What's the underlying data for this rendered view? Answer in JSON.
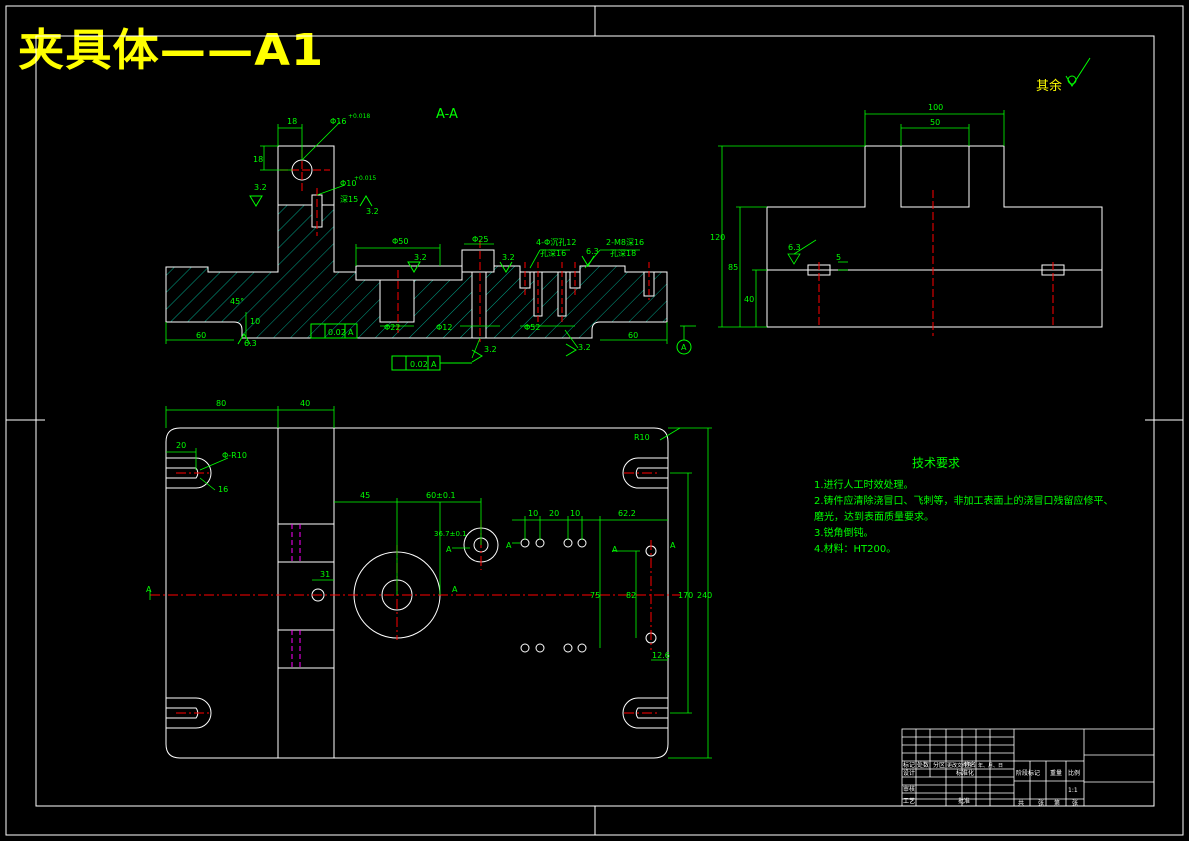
{
  "title": "夹具体——A1",
  "colors": {
    "background": "#000000",
    "outline": "#ffffff",
    "dimension": "#00ff00",
    "centerline": "#ff0000",
    "hidden": "#ff00ff",
    "title_text": "#ffff00"
  },
  "roughness_other": "其余",
  "section_label": "A-A",
  "section_view": {
    "dims": {
      "d18": "18",
      "d18v": "18",
      "phi16": "Φ16",
      "phi16_tol": "+0.018",
      "r32a": "3.2",
      "phi10": "Φ10",
      "phi10_tol": "+0.015",
      "depth15": "深15",
      "r32b": "3.2",
      "phi50": "Φ50",
      "phi25": "Φ25",
      "r32c": "3.2",
      "r32d": "3.2",
      "holes4": "4-Φ沉孔12",
      "holes4b": "孔深16",
      "r63a": "6.3",
      "holes2": "2-M8深16",
      "holes2b": "孔深18",
      "d60a": "60",
      "d10": "10",
      "d60b": "60",
      "r63b": "6.3",
      "tol_a": "0.02",
      "ref_a": "A",
      "phi22": "Φ22",
      "phi12": "Φ12",
      "tol_b": "0.02",
      "ref_b": "A",
      "phi52": "Φ52",
      "r32e": "3.2",
      "r32f": "3.2",
      "datum": "A",
      "angle": "45°"
    }
  },
  "side_view": {
    "dims": {
      "d100": "100",
      "d50": "50",
      "d120": "120",
      "d85": "85",
      "d40": "40",
      "r63": "6.3",
      "d5": "5"
    }
  },
  "plan_view": {
    "dims": {
      "d80": "80",
      "d40": "40",
      "d20": "20",
      "phi_r10": "Φ-R10",
      "r10": "R10",
      "d16": "16",
      "d45": "45",
      "d60tol": "60±0.1",
      "d36": "36.7±0.1",
      "d10a": "10",
      "d10b": "10",
      "d62": "62.2",
      "d31": "31",
      "d75": "75",
      "d82": "82",
      "d170": "170",
      "d240": "240",
      "d126": "12.6",
      "cut_a_left": "A",
      "cut_a_right": "A",
      "a1": "A",
      "a2": "A",
      "a3": "A",
      "a4": "A"
    }
  },
  "tech_requirements": {
    "heading": "技术要求",
    "items": [
      "1.进行人工时效处理。",
      "2.铸件应清除浇冒口、飞刺等，非加工表面上的浇冒口残留应修平、",
      "磨光，达到表面质量要求。",
      "3.锐角倒钝。",
      "4.材料：HT200。"
    ]
  },
  "title_block": {
    "labels": [
      "标记",
      "处数",
      "分区",
      "更改文件号",
      "签名",
      "年、月、日",
      "设计",
      "标准化",
      "阶段标记",
      "重量",
      "比例",
      "审核",
      "工艺",
      "批准",
      "共",
      "张",
      "第",
      "张"
    ],
    "scale": "1:1"
  }
}
